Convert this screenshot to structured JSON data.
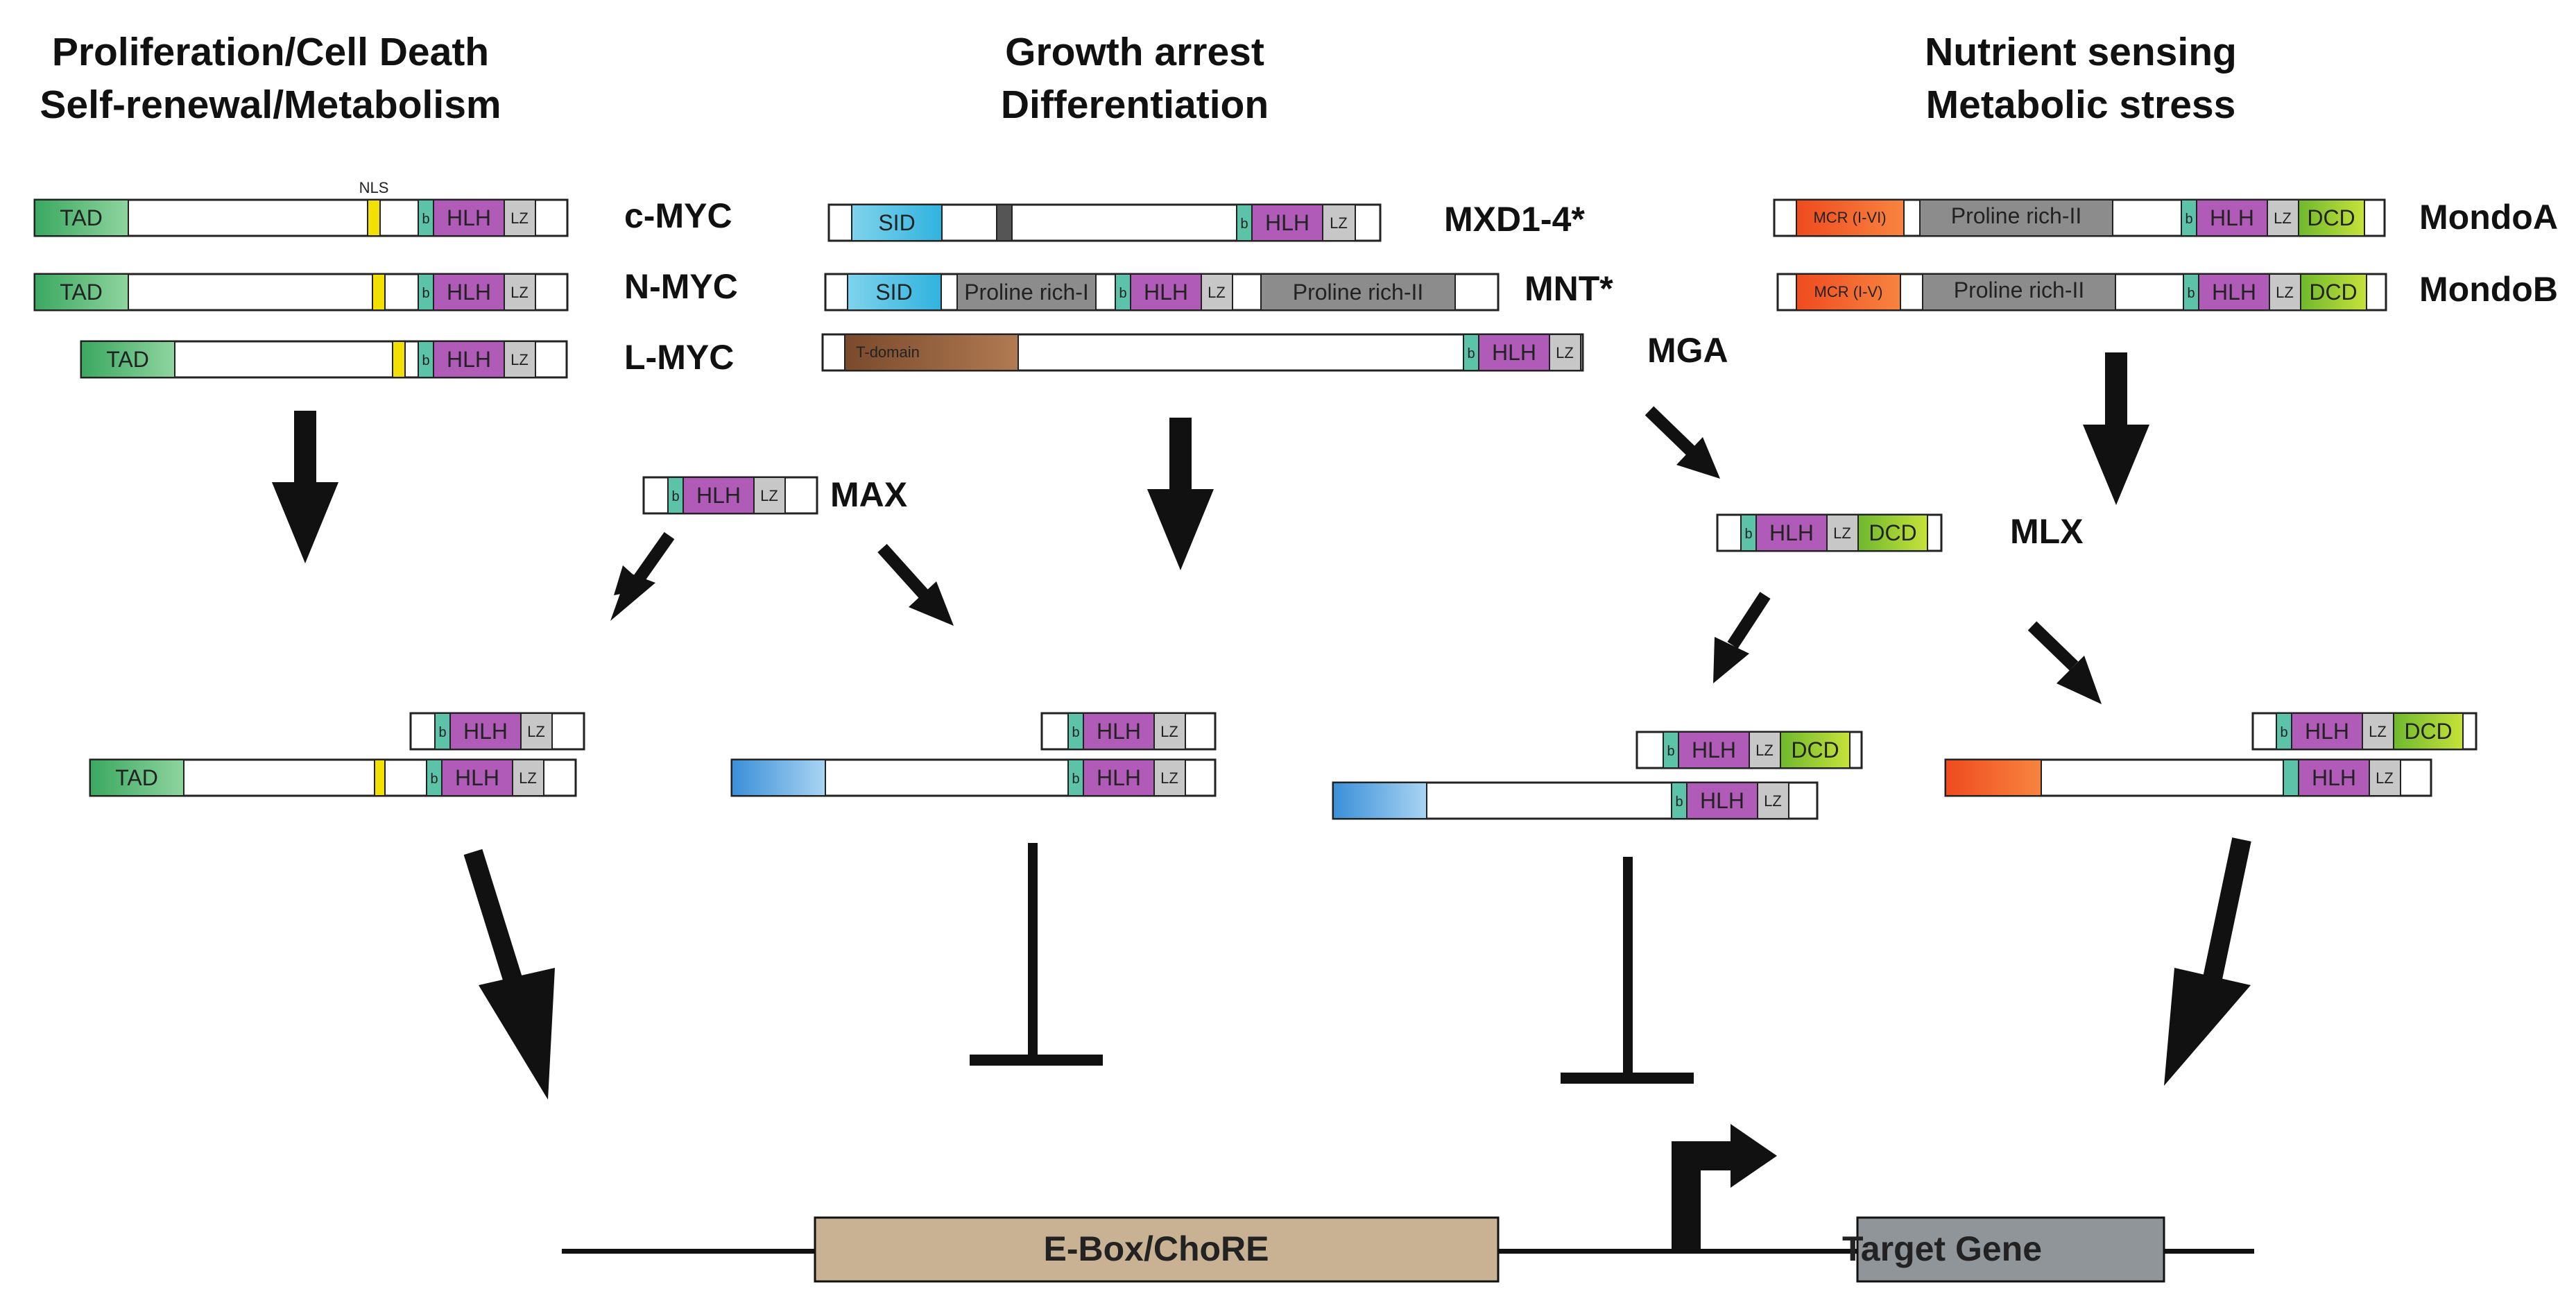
{
  "headings": {
    "proliferation": [
      "Proliferation/Cell Death",
      "Self-renewal/Metabolism"
    ],
    "growth_arrest": [
      "Growth arrest",
      "Differentiation"
    ],
    "nutrient": [
      "Nutrient sensing",
      "Metabolic stress"
    ]
  },
  "proteins": {
    "c_myc": "c-MYC",
    "n_myc": "N-MYC",
    "l_myc": "L-MYC",
    "mxd": "MXD1-4*",
    "mnt": "MNT*",
    "mga": "MGA",
    "mondoa": "MondoA",
    "mondob": "MondoB",
    "max": "MAX",
    "mlx": "MLX"
  },
  "domains": {
    "tad": "TAD",
    "nls": "NLS",
    "b": "b",
    "hlh": "HLH",
    "lz": "LZ",
    "sid": "SID",
    "proline_i": "Proline rich-I",
    "proline_ii": "Proline rich-II",
    "t_domain": "T-domain",
    "mcr_a": "MCR (I-VI)",
    "mcr_b": "MCR (I-V)",
    "dcd": "DCD"
  },
  "gene": {
    "ebox": "E-Box/ChoRE",
    "target": "Target Gene"
  },
  "colors": {
    "tad": "#3dae6a",
    "nls": "#f2e100",
    "basic": "#5cc2a8",
    "hlh": "#b15bb8",
    "lz": "#c7c7c7",
    "sid": "#4fc0e0",
    "mxd_partner": "#3c96dd",
    "proline": "#8c8c8c",
    "t_domain": "#8b5a3c",
    "mcr": "#f05a22",
    "dcd": "#8cc63f",
    "ebox_box": "#c8b293",
    "target_box": "#8f9598"
  }
}
